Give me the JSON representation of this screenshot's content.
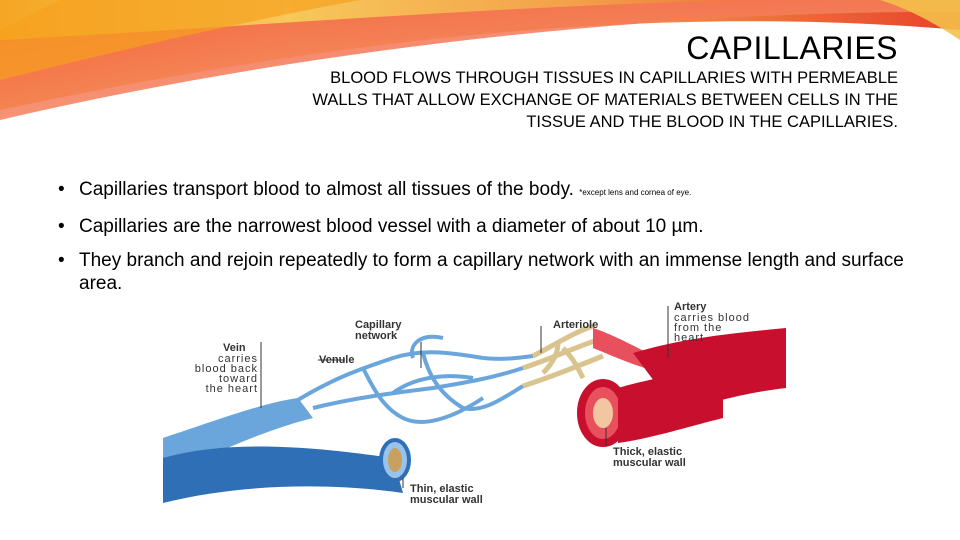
{
  "slide": {
    "title": "CAPILLARIES",
    "subtitle": "BLOOD FLOWS THROUGH TISSUES IN CAPILLARIES WITH PERMEABLE WALLS THAT ALLOW EXCHANGE OF MATERIALS BETWEEN CELLS IN THE TISSUE AND THE BLOOD IN THE CAPILLARIES.",
    "bullet_marker": "•",
    "bullets": [
      {
        "text": "Capillaries transport blood to almost all tissues of the body. ",
        "note": "*except lens and cornea of eye."
      },
      {
        "text": "Capillaries are the narrowest blood vessel with a diameter of about 10 µm."
      },
      {
        "text": "They branch and rejoin repeatedly to form a capillary network with an immense length and surface area."
      }
    ]
  },
  "diagram": {
    "labels": {
      "capillary_network": [
        "Capillary",
        "network"
      ],
      "arteriole": "Arteriole",
      "artery_title": "Artery",
      "artery_desc": [
        "carries blood",
        "from the",
        "heart"
      ],
      "vein_title": "Vein",
      "vein_desc": [
        "carries",
        "blood back",
        "toward",
        "the heart"
      ],
      "venule": "Venule",
      "thick_wall": [
        "Thick, elastic",
        "muscular wall"
      ],
      "thin_wall": [
        "Thin, elastic",
        "muscular wall"
      ]
    },
    "colors": {
      "vein": "#2f6fb5",
      "vein_light": "#6aa6dc",
      "artery": "#c8102e",
      "artery_light": "#e8505e",
      "capillary_tan": "#d9c38f",
      "label": "#333333"
    }
  }
}
